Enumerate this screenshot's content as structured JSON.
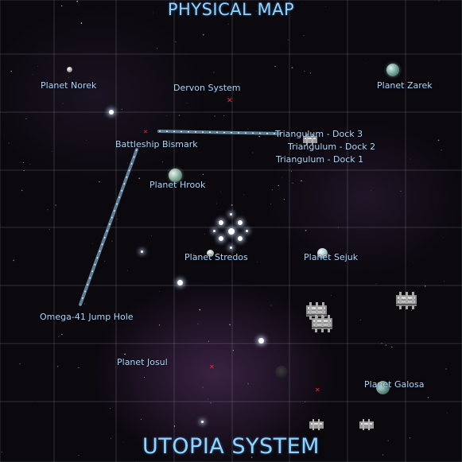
{
  "titles": {
    "top": "PHYSICAL MAP",
    "bottom": "UTOPIA SYSTEM"
  },
  "labels": {
    "planet_norek": "Planet Norek",
    "dervon_system": "Dervon System",
    "planet_zarek": "Planet Zarek",
    "battleship_bismark": "Battleship Bismark",
    "triangulum_dock_3": "Triangulum - Dock 3",
    "triangulum_dock_2": "Triangulum - Dock 2",
    "triangulum_dock_1": "Triangulum - Dock 1",
    "planet_hrook": "Planet Hrook",
    "planet_stredos": "Planet Stredos",
    "planet_sejuk": "Planet Sejuk",
    "omega_41_jump_hole": "Omega-41 Jump Hole",
    "planet_josul": "Planet Josul",
    "planet_galosa": "Planet Galosa"
  },
  "colors": {
    "label": "#a9d8ff",
    "title": "#8fd3ff",
    "marker": "#ff2b2b",
    "lane": "#5e7f96"
  },
  "icons": {
    "trade_lane": "trade-lane-icon",
    "station": "space-station-icon",
    "planet": "planet-icon",
    "star": "star-icon",
    "marker": "x-marker-icon"
  }
}
